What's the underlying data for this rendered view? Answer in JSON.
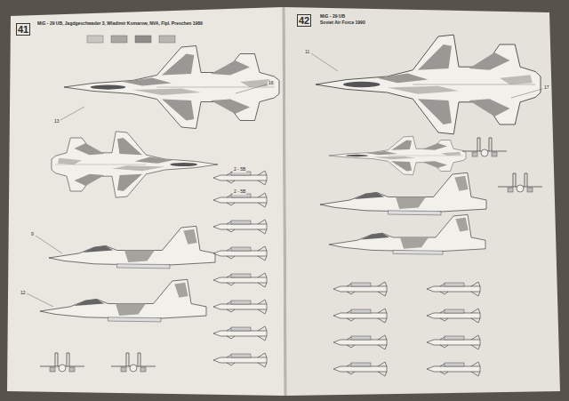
{
  "diagram": {
    "labels": [
      "41",
      "MiG - 29 UB, Jagdgeschwader 3, Wladimir Komarow, NVA, Flpl. Preschen 1989",
      "42",
      "MiG - 29 UB",
      "Soviet Air Force 1990",
      "2 - 5B",
      "2 - 5B",
      "13",
      "16",
      "9",
      "12",
      "11",
      "17"
    ]
  }
}
